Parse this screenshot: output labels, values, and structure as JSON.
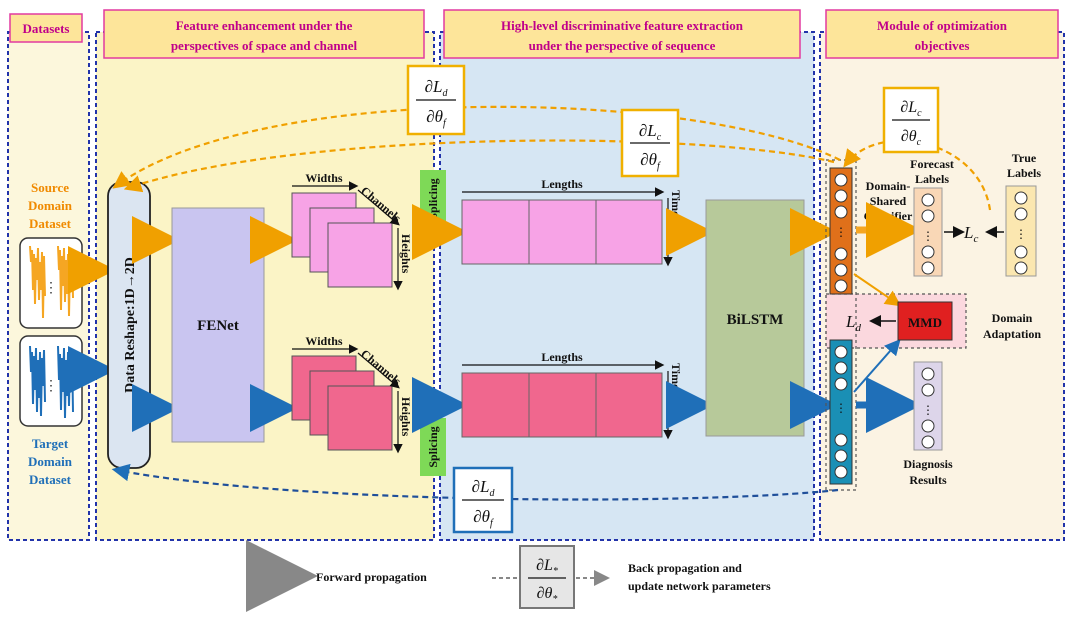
{
  "sections": {
    "datasets": "Datasets",
    "feature_enhancement": [
      "Feature enhancement under the",
      "perspectives of space and channel"
    ],
    "high_level": [
      "High-level discriminative feature extraction",
      "under the perspective of sequence"
    ],
    "optimization": [
      "Module of optimization",
      "objectives"
    ]
  },
  "source_dataset": [
    "Source",
    "Domain",
    "Dataset"
  ],
  "target_dataset": [
    "Target",
    "Domain",
    "Dataset"
  ],
  "data_reshape": "Data Reshape:1D→2D",
  "fenet": "FENet",
  "bilstm": "BiLSTM",
  "mmd": "MMD",
  "dims": {
    "widths": "Widths",
    "channels": "Channels",
    "heights": "Heights",
    "lengths": "Lengths",
    "time_steps": "Time steps",
    "splicing": "Splicing"
  },
  "classifier": [
    "Domain-",
    "Shared",
    "Classifier"
  ],
  "forecast_labels": [
    "Forecast",
    "Labels"
  ],
  "true_labels": [
    "True",
    "Labels"
  ],
  "domain_adaptation": [
    "Domain",
    "Adaptation"
  ],
  "diagnosis_results": [
    "Diagnosis",
    "Results"
  ],
  "loss": {
    "ld_letter": "L",
    "ld_sub": "d",
    "lc_letter": "L",
    "lc_sub": "c",
    "partial": "∂",
    "theta": "θ",
    "theta_f_sub": "f",
    "theta_c_sub": "c",
    "star_sub": "*"
  },
  "dots": "⋮",
  "legend": {
    "forward": "Forward propagation",
    "back": [
      "Back propagation and",
      "update network parameters"
    ]
  },
  "colors": {
    "source": "#f5a623",
    "target": "#1f6fb8",
    "section_border": "#2233aa",
    "title_fill": "#fde59a",
    "title_text": "#c0008a",
    "fenet": "#c9c5f0",
    "source_feat": "#f7a3e6",
    "target_feat": "#f0678e",
    "bilstm": "#b7c99a",
    "mmd": "#e02020",
    "splicing": "#7ed957"
  }
}
